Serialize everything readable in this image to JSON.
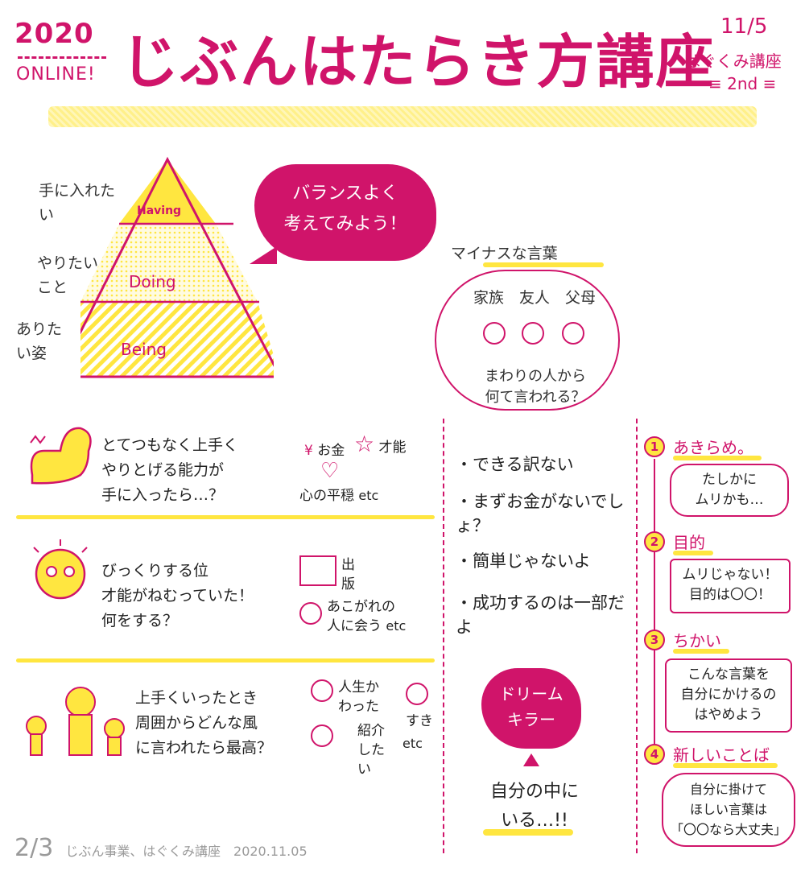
{
  "header": {
    "year": "2020",
    "online": "ONLINE!",
    "title": "じぶんはたらき方講座",
    "date": "11/5",
    "subtitle": "はぐくみ講座",
    "edition": "≡ 2nd ≡"
  },
  "pyramid": {
    "labels": [
      "手に入れたい",
      "やりたいこと",
      "ありたい姿"
    ],
    "levels": [
      "Having",
      "Doing",
      "Being"
    ]
  },
  "balance_bubble": {
    "line1": "バランスよく",
    "line2": "考えてみよう！"
  },
  "minus_words": {
    "title": "マイナスな言葉",
    "people": "家族　友人　父母",
    "question_line1": "まわりの人から",
    "question_line2": "何て言われる？",
    "items": [
      "・できる訳ない",
      "・まずお金がないでしょ？",
      "・簡単じゃないよ",
      "・成功するのは一部だよ"
    ]
  },
  "rows": [
    {
      "text": [
        "とてつもなく上手く",
        "やりとげる能力が",
        "手に入ったら…？"
      ],
      "side": [
        "お金",
        "才能",
        "心の平穏",
        "etc"
      ]
    },
    {
      "text": [
        "びっくりする位",
        "才能がねむっていた！",
        "何をする？"
      ],
      "side": [
        "出版",
        "あこがれの",
        "人に会う",
        "etc"
      ]
    },
    {
      "text": [
        "上手くいったとき",
        "周囲からどんな風",
        "に言われたら最高？"
      ],
      "side": [
        "人生かわった",
        "すき",
        "紹介したい",
        "etc"
      ]
    }
  ],
  "dream": {
    "line1": "ドリーム",
    "line2": "キラー",
    "inside1": "自分の中に",
    "inside2": "いる…!!"
  },
  "steps": [
    {
      "num": "1",
      "title": "あきらめ。",
      "box": [
        "たしかに",
        "ムリかも…"
      ]
    },
    {
      "num": "2",
      "title": "目的",
      "box": [
        "ムリじゃない！",
        "目的は〇〇！"
      ]
    },
    {
      "num": "3",
      "title": "ちかい",
      "box": [
        "こんな言葉を",
        "自分にかけるの",
        "はやめよう"
      ]
    },
    {
      "num": "4",
      "title": "新しいことば",
      "box": [
        "自分に掛けて",
        "ほしい言葉は",
        "「〇〇なら大丈夫」"
      ]
    }
  ],
  "footer": {
    "page": "2/3",
    "caption": "じぶん事業、はぐくみ講座　2020.11.05"
  },
  "colors": {
    "accent": "#d0146a",
    "highlight": "#ffe640"
  }
}
